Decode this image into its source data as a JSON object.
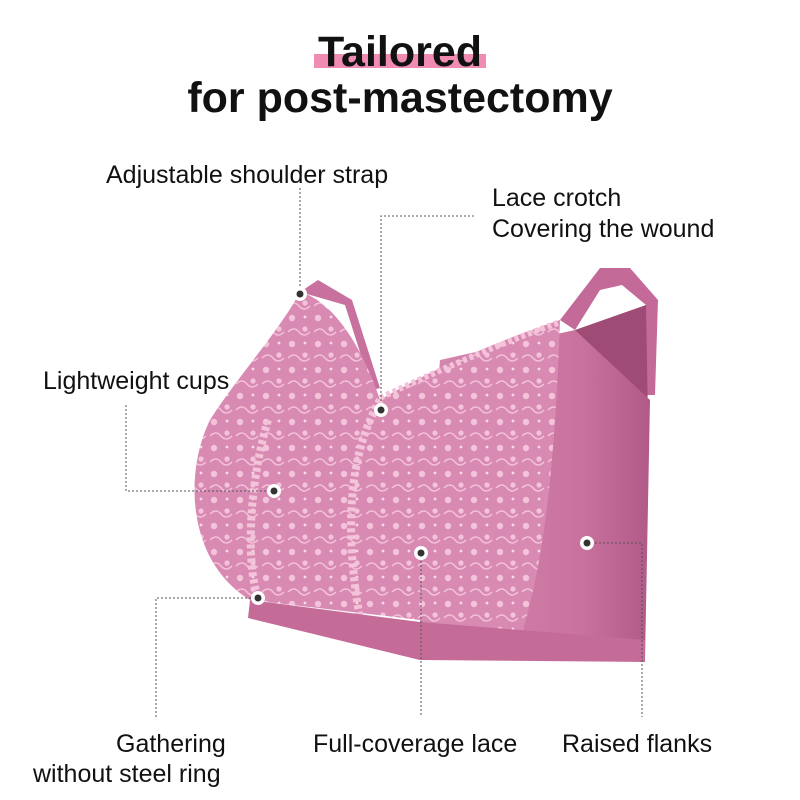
{
  "heading": {
    "line1": "Tailored",
    "line2": "for post-mastectomy"
  },
  "callouts": {
    "shoulder_strap": "Adjustable shoulder strap",
    "lace_crotch_1": "Lace crotch",
    "lace_crotch_2": "Covering the wound",
    "cups": "Lightweight cups",
    "gathering_1": "Gathering",
    "gathering_2": "without steel ring",
    "full_lace": "Full-coverage lace",
    "flanks": "Raised flanks"
  },
  "colors": {
    "accent": "#f08cb4",
    "garment": "#d77fa9",
    "garment_dark": "#b45a87",
    "lace": "#f3c3da"
  }
}
